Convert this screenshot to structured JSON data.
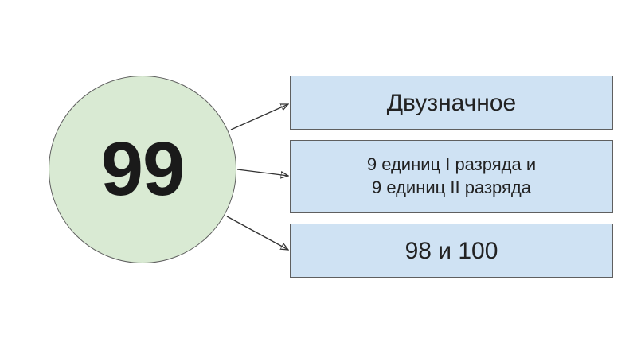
{
  "center": {
    "number": "99"
  },
  "boxes": [
    {
      "lines": [
        "Двузначное"
      ]
    },
    {
      "lines": [
        "9 единиц I разряда и",
        "9 единиц II разряда"
      ]
    },
    {
      "lines": [
        "98 и 100"
      ]
    }
  ],
  "colors": {
    "circle_fill": "#d9ead3",
    "box_fill": "#cfe2f3",
    "outline": "#5f5f5f",
    "arrow": "#333333"
  }
}
